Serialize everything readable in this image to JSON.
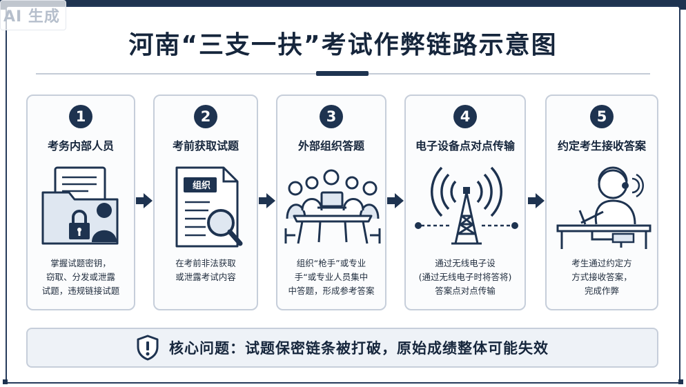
{
  "watermark": "AI 生成",
  "title": "河南“三支一扶”考试作弊链路示意图",
  "steps": [
    {
      "num": "1",
      "title": "考务内部人员",
      "icon": "folder-lock-person-icon",
      "desc": [
        "掌握试题密钥，",
        "窃取、分发或泄露",
        "试题，违规链接试题"
      ]
    },
    {
      "num": "2",
      "title": "考前获取试题",
      "icon": "document-magnifier-icon",
      "tag": "组织",
      "desc": [
        "在考前非法获取",
        "或泄露考试内容"
      ]
    },
    {
      "num": "3",
      "title": "外部组织答题",
      "icon": "team-meeting-icon",
      "desc": [
        "组织“枪手”或专业",
        "手“或专业人员集中",
        "中答题，形成参考答案"
      ]
    },
    {
      "num": "4",
      "title": "电子设备点对点传输",
      "icon": "signal-tower-icon",
      "desc": [
        "通过无线电子设",
        "(通过无线电子时将答将)",
        "答案点对点传输"
      ]
    },
    {
      "num": "5",
      "title": "约定考生接收答案",
      "icon": "student-earpiece-icon",
      "desc": [
        "考生通过约定方",
        "方式接收答案，",
        "完成作弊"
      ]
    }
  ],
  "core": {
    "icon": "shield-alert-icon",
    "text": "核心问题：试题保密链条被打破，原始成绩整体可能失效"
  },
  "colors": {
    "navy": "#1e3350",
    "border": "#c6ceda",
    "panel": "#eef2f7",
    "illus_fill": "#dfe7f1"
  }
}
